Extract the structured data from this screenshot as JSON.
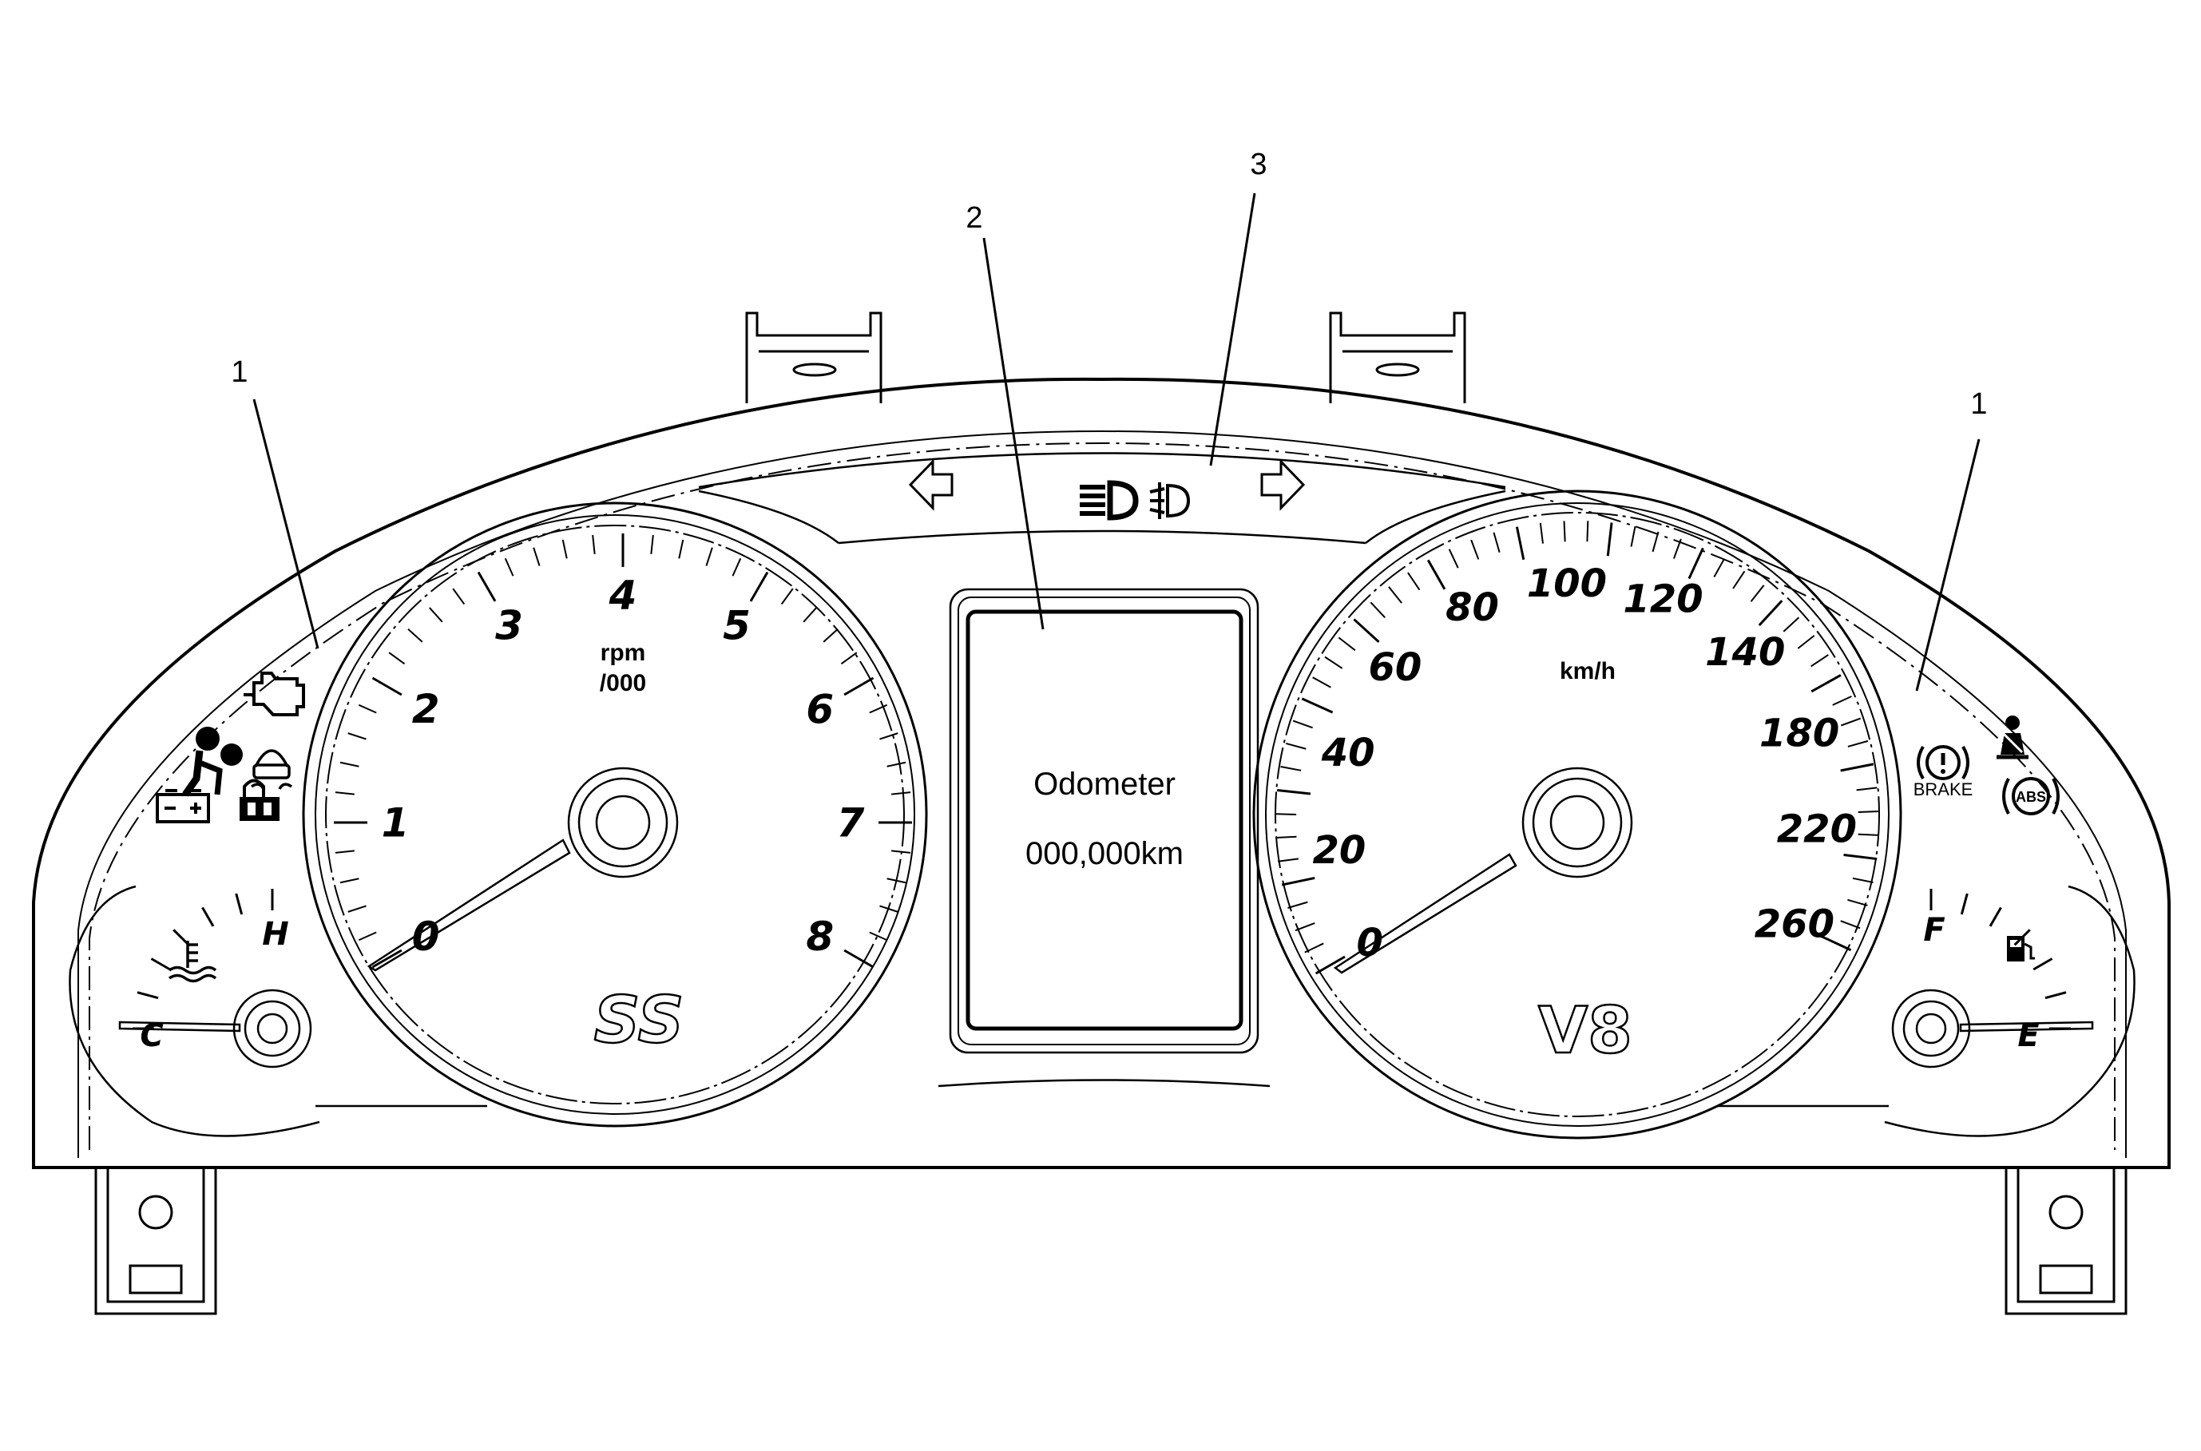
{
  "callouts": [
    {
      "label": "1"
    },
    {
      "label": "2"
    },
    {
      "label": "3"
    },
    {
      "label": "1"
    }
  ],
  "tachometer": {
    "unit_line1": "rpm",
    "unit_line2": "/000",
    "scale": [
      "0",
      "1",
      "2",
      "3",
      "4",
      "5",
      "6",
      "7",
      "8"
    ],
    "badge": "SS"
  },
  "speedometer": {
    "unit": "km/h",
    "scale": [
      "0",
      "20",
      "40",
      "60",
      "80",
      "100",
      "120",
      "140",
      "180",
      "220",
      "260"
    ],
    "badge": "V8"
  },
  "display": {
    "title": "Odometer",
    "value": "000,000km"
  },
  "temp_gauge": {
    "low": "C",
    "high": "H"
  },
  "fuel_gauge": {
    "full": "F",
    "empty": "E"
  },
  "brake_label": "BRAKE",
  "abs_label": "ABS",
  "icons": {
    "left_cluster": [
      "check-engine-icon",
      "airbag-icon",
      "traction-icon",
      "battery-icon",
      "security-lock-icon",
      "coolant-temp-icon"
    ],
    "right_cluster": [
      "brake-warning-icon",
      "seatbelt-icon",
      "abs-icon",
      "fuel-pump-icon"
    ],
    "top_strip": [
      "turn-left-icon",
      "high-beam-icon",
      "fog-light-icon",
      "turn-right-icon"
    ]
  }
}
